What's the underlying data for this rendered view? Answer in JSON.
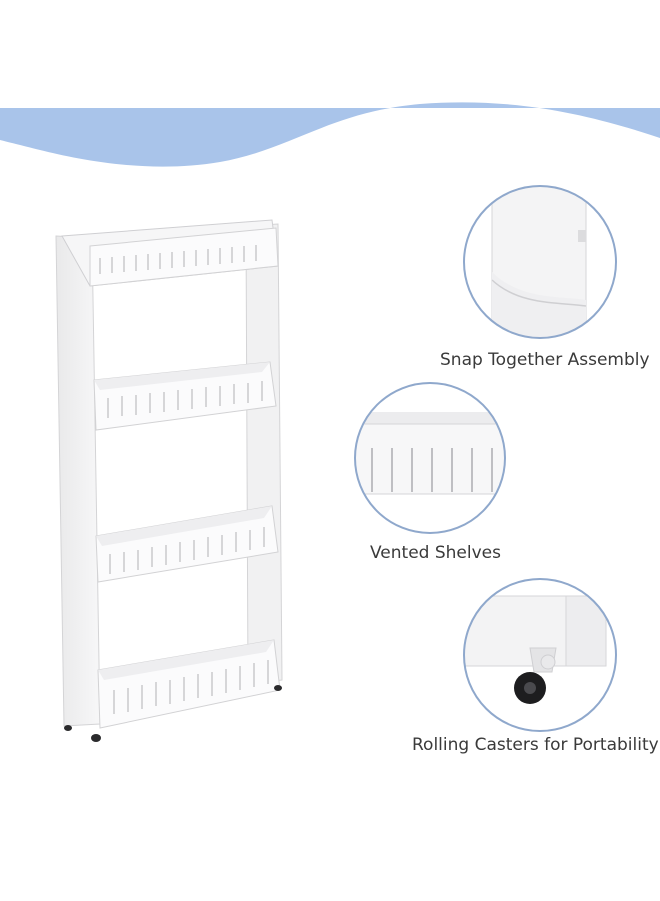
{
  "background": {
    "wave_color": "#a9c4ea",
    "bg_color": "#ffffff"
  },
  "product": {
    "name_icon": "white-rolling-cart-icon",
    "shelf_count": 4
  },
  "features": [
    {
      "label": "Snap Together Assembly",
      "icon": "snap-joint-closeup-icon",
      "ring_color": "#8fa8cc"
    },
    {
      "label": "Vented Shelves",
      "icon": "vented-shelf-closeup-icon",
      "ring_color": "#8fa8cc"
    },
    {
      "label": "Rolling Casters for Portability",
      "icon": "caster-wheel-closeup-icon",
      "ring_color": "#8fa8cc"
    }
  ]
}
